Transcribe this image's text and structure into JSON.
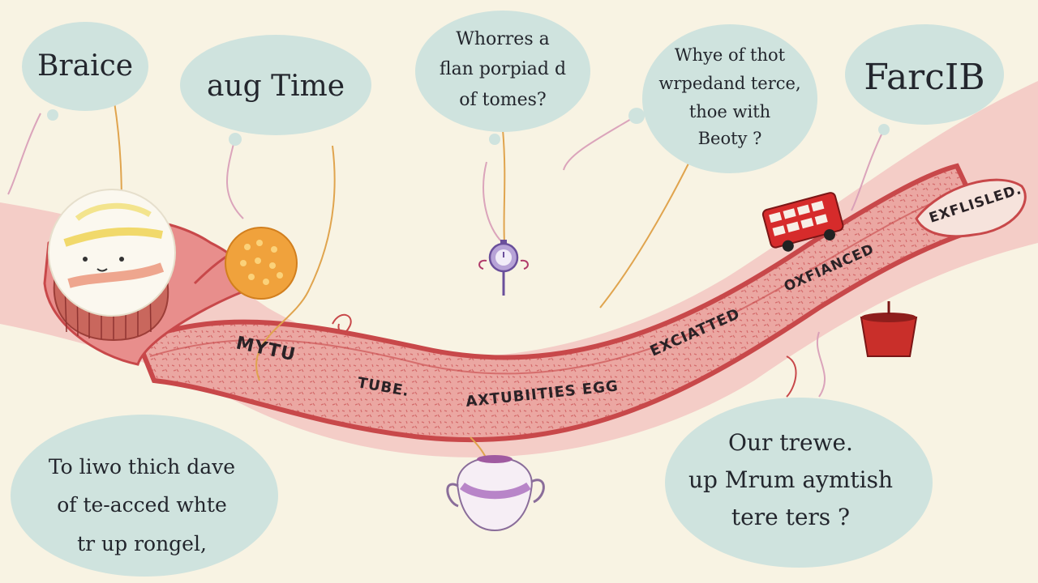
{
  "colors": {
    "paper": "#f8f3e3",
    "bubble": "#cfe3de",
    "tube": "#e88e8c",
    "tube_dark": "#c8484a",
    "tube_fill": "#eba7a2",
    "bus": "#d62b2b",
    "pot": "#c92f2a"
  },
  "bubbles": {
    "top_left": "Braice",
    "top_second": "aug Time",
    "top_center": [
      "Whorres a",
      "flan porpiad d",
      "of tomes?"
    ],
    "top_right_center": [
      "Whye of thot",
      "wrpedand terce,",
      "thoe with",
      "Beoty ?"
    ],
    "top_right": "FarcIB",
    "bottom_left": [
      "To liwo thich dave",
      "of te-acced whte",
      "tr up rongel,"
    ],
    "bottom_right": [
      "Our trewe.",
      "up Mrum aymtish",
      "tere ters ?"
    ]
  },
  "tube_labels": {
    "mytu": "MYTU",
    "tube": "TUBE.",
    "axtubities": "AXTUBIITIES EGG",
    "exciatted": "EXCIATTED",
    "oxfianced": "OXFIANCED",
    "exflisled": "EXFLISLED."
  },
  "icons": [
    "egg-icon",
    "orange-ovum-icon",
    "purple-clock-icon",
    "red-bus-icon",
    "red-pot-icon",
    "teapot-icon"
  ]
}
